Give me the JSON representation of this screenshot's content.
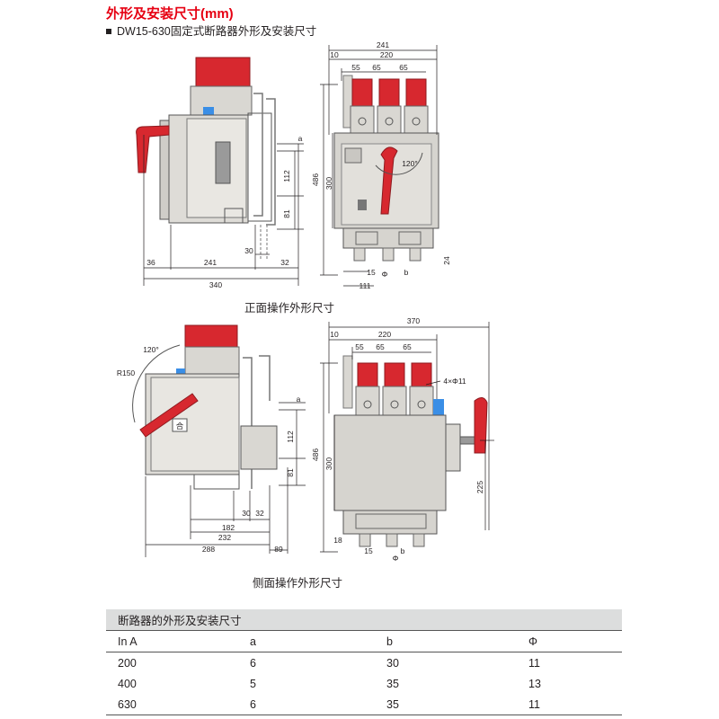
{
  "header": {
    "title": "外形及安装尺寸(mm)",
    "subtitle": "DW15-630固定式断路器外形及安装尺寸"
  },
  "figures": {
    "front_caption": "正面操作外形尺寸",
    "side_caption": "侧面操作外形尺寸"
  },
  "front_labels": {
    "w241": "241",
    "w220": "220",
    "w10": "10",
    "w55": "55",
    "w65a": "65",
    "w65b": "65",
    "h486": "486",
    "h300": "300",
    "angle": "120°",
    "d24": "24",
    "d15": "15",
    "db": "b",
    "dphi": "Φ",
    "d111": "111",
    "sa": "a",
    "s112": "112",
    "s81": "81",
    "s30": "30",
    "b36": "36",
    "b241": "241",
    "b32": "32",
    "b340": "340"
  },
  "side_labels": {
    "w370": "370",
    "w220": "220",
    "w10": "10",
    "w55": "55",
    "w65a": "65",
    "w65b": "65",
    "hole": "4×Φ11",
    "h486": "486",
    "h300": "300",
    "h225": "225",
    "d18": "18",
    "d15": "15",
    "db": "b",
    "dphi": "Φ",
    "angle": "120°",
    "r150": "R150",
    "he": "合",
    "sa": "a",
    "s112": "112",
    "s81": "81",
    "s30": "30",
    "s32": "32",
    "s182": "182",
    "s232": "232",
    "s288": "288",
    "s89": "89"
  },
  "table": {
    "section_title": "断路器的外形及安装尺寸",
    "headers": [
      "In A",
      "a",
      "b",
      "Φ"
    ],
    "rows": [
      [
        "200",
        "6",
        "30",
        "11"
      ],
      [
        "400",
        "5",
        "35",
        "13"
      ],
      [
        "630",
        "6",
        "35",
        "11"
      ]
    ]
  },
  "colors": {
    "title_red": "#e60012",
    "handle_red": "#d7282f",
    "body_grey": "#d6d4cf",
    "accent_blue": "#3a8ee6",
    "table_header_bg": "#dcdddd"
  }
}
